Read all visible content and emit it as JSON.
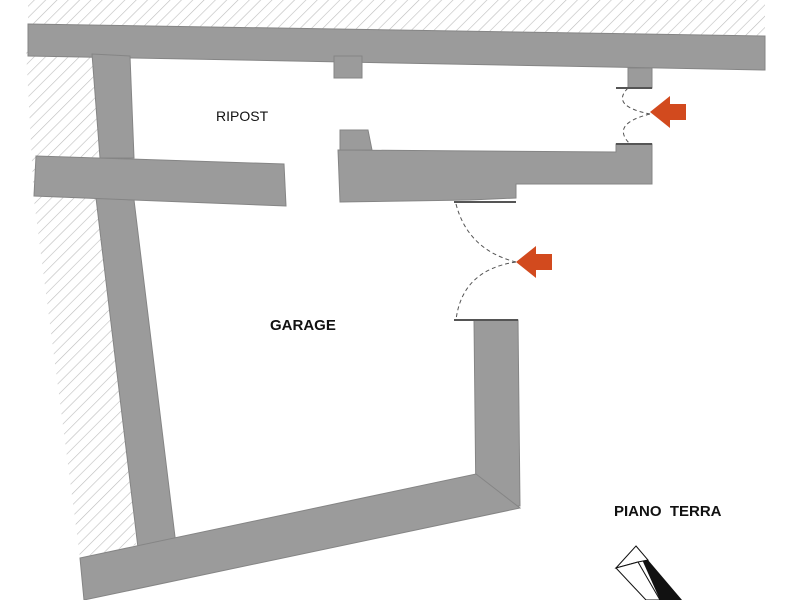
{
  "floor_plan": {
    "title": "PIANO  TERRA",
    "rooms": [
      {
        "id": "ripost",
        "label": "RIPOST"
      },
      {
        "id": "garage",
        "label": "GARAGE"
      }
    ],
    "entrances": [
      {
        "id": "ripost-entrance",
        "arrow_icon": "arrow-left-icon"
      },
      {
        "id": "garage-entrance",
        "arrow_icon": "arrow-left-icon"
      }
    ],
    "north_arrow_icon": "north-arrow-icon"
  },
  "colors": {
    "wall": "#9b9b9b",
    "wall_edge": "#7f7f7f",
    "hatch_line": "#bdbdbd",
    "arrow": "#d24a1e",
    "door_arc": "#555555",
    "text": "#111111"
  }
}
